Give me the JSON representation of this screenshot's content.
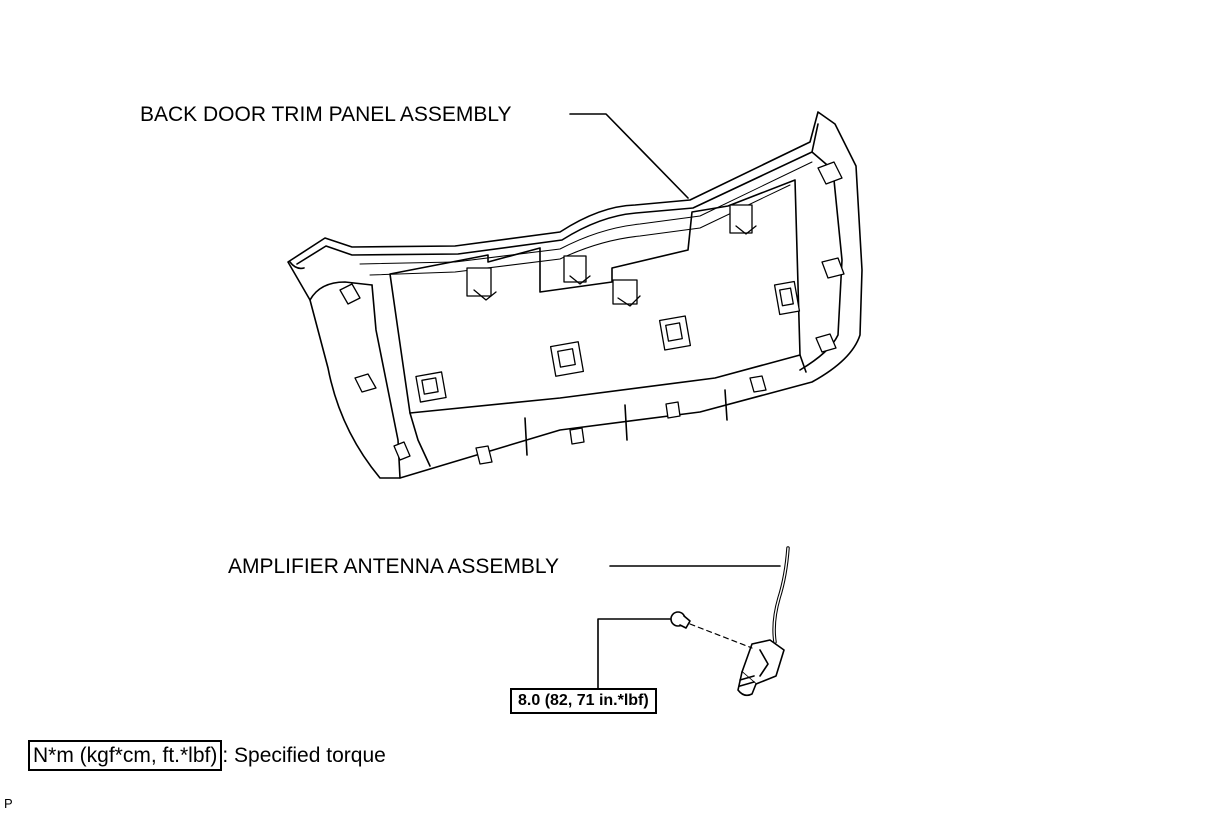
{
  "callouts": {
    "trim_panel": "BACK DOOR TRIM PANEL ASSEMBLY",
    "antenna": "AMPLIFIER ANTENNA ASSEMBLY"
  },
  "torque": {
    "value": "8.0 (82, 71 in.*lbf)"
  },
  "legend": {
    "unit_box": "N*m (kgf*cm, ft.*lbf)",
    "description": ": Specified torque"
  },
  "figure_code": "P",
  "colors": {
    "line": "#000000",
    "panel_fill": "#ffffff"
  }
}
